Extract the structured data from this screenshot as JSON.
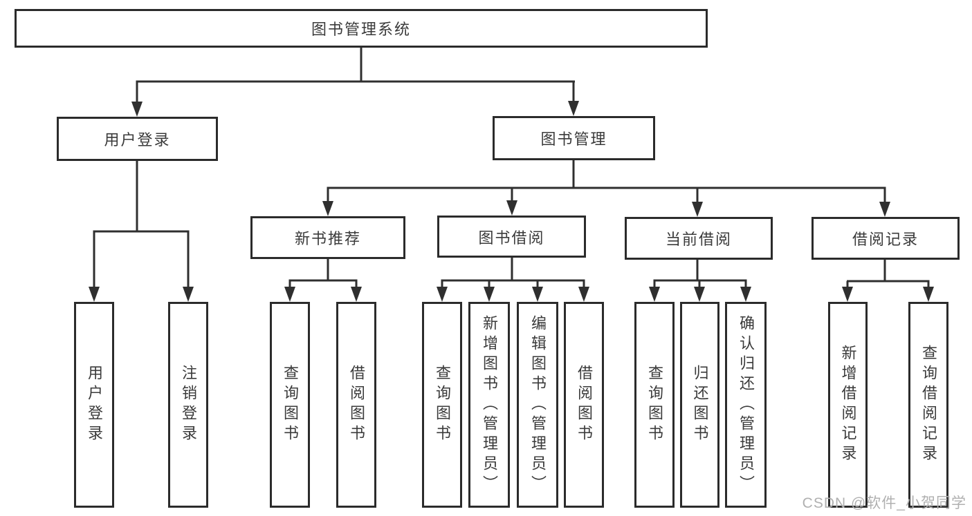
{
  "diagram": {
    "title_node": {
      "label": "图书管理系统"
    },
    "level2": [
      {
        "label": "用户登录"
      },
      {
        "label": "图书管理"
      }
    ],
    "level3": [
      {
        "label": "新书推荐"
      },
      {
        "label": "图书借阅"
      },
      {
        "label": "当前借阅"
      },
      {
        "label": "借阅记录"
      }
    ],
    "leaves": [
      {
        "label": "用户登录",
        "parent": "用户登录"
      },
      {
        "label": "注销登录",
        "parent": "用户登录"
      },
      {
        "label": "查询图书",
        "parent": "新书推荐"
      },
      {
        "label": "借阅图书",
        "parent": "新书推荐"
      },
      {
        "label": "查询图书",
        "parent": "图书借阅"
      },
      {
        "label": "新增图书（管理员）",
        "parent": "图书借阅"
      },
      {
        "label": "编辑图书（管理员）",
        "parent": "图书借阅"
      },
      {
        "label": "借阅图书",
        "parent": "图书借阅"
      },
      {
        "label": "查询图书",
        "parent": "当前借阅"
      },
      {
        "label": "归还图书",
        "parent": "当前借阅"
      },
      {
        "label": "确认归还（管理员）",
        "parent": "当前借阅"
      },
      {
        "label": "新增借阅记录",
        "parent": "借阅记录"
      },
      {
        "label": "查询借阅记录",
        "parent": "借阅记录"
      }
    ],
    "colors": {
      "line": "#2f2f2f",
      "box_border": "#2b2b2b",
      "text": "#3a3a3a",
      "background": "#ffffff",
      "watermark": "#b0b0b0"
    }
  },
  "watermark": {
    "text": "CSDN @软件_小贺同学"
  }
}
